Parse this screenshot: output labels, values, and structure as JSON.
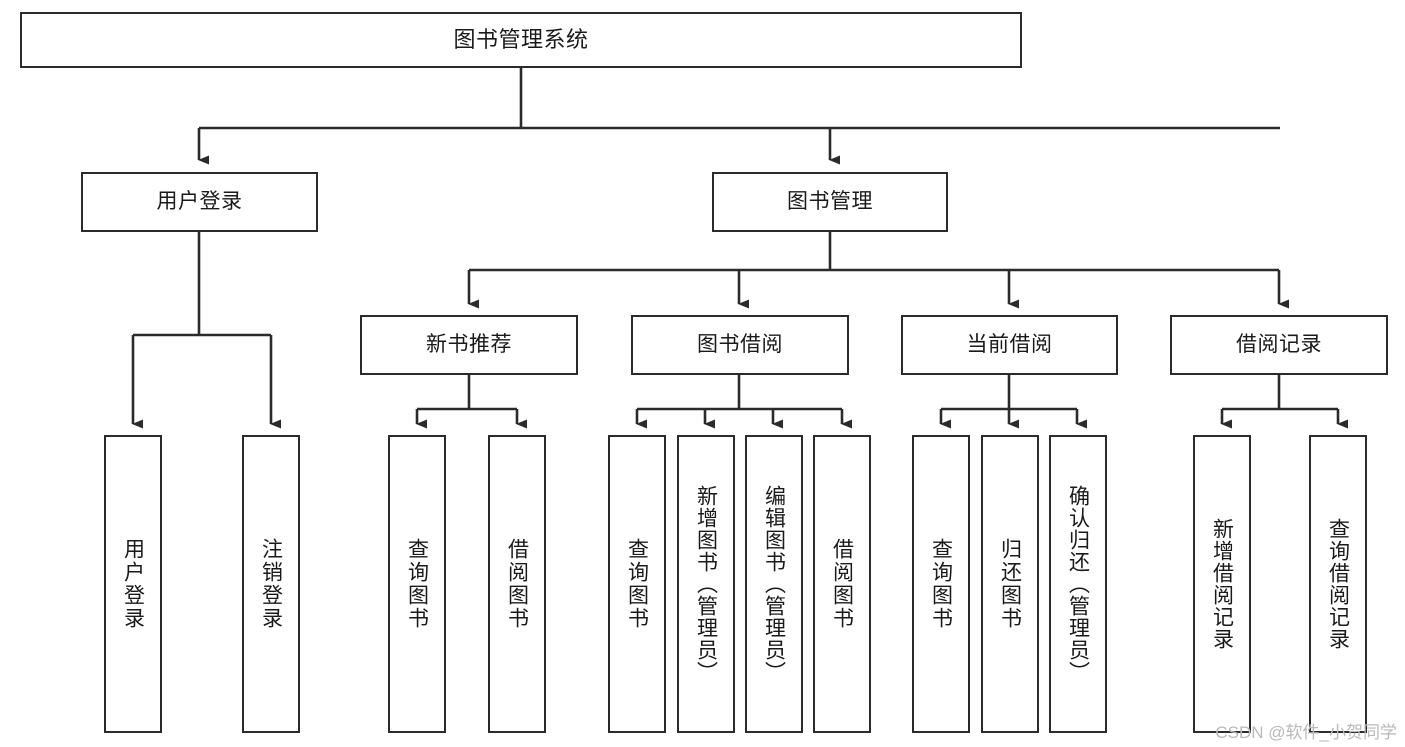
{
  "diagram": {
    "title": "图书管理系统",
    "watermark": "CSDN @软件_小贺同学",
    "colors": {
      "border": "#2b2b2b",
      "background": "#ffffff",
      "text": "#1a1a1a",
      "connector": "#2b2b2b",
      "watermark": "#b9b9b9"
    },
    "root": {
      "label": "图书管理系统"
    },
    "level1": [
      {
        "label": "用户登录"
      },
      {
        "label": "图书管理"
      }
    ],
    "level2": [
      {
        "label": "新书推荐"
      },
      {
        "label": "图书借阅"
      },
      {
        "label": "当前借阅"
      },
      {
        "label": "借阅记录"
      }
    ],
    "leaves": {
      "user_login": [
        {
          "label": "用户登录"
        },
        {
          "label": "注销登录"
        }
      ],
      "new_book_recommend": [
        {
          "label": "查询图书"
        },
        {
          "label": "借阅图书"
        }
      ],
      "book_borrow": [
        {
          "label": "查询图书"
        },
        {
          "label": "新增图书（管理员）"
        },
        {
          "label": "编辑图书（管理员）"
        },
        {
          "label": "借阅图书"
        }
      ],
      "current_borrow": [
        {
          "label": "查询图书"
        },
        {
          "label": "归还图书"
        },
        {
          "label": "确认归还（管理员）"
        }
      ],
      "borrow_record": [
        {
          "label": "新增借阅记录"
        },
        {
          "label": "查询借阅记录"
        }
      ]
    }
  },
  "chart_data": {
    "type": "table",
    "title": "图书管理系统 功能结构图",
    "structure": [
      {
        "level": 0,
        "label": "图书管理系统",
        "children": [
          {
            "level": 1,
            "label": "用户登录",
            "children": [
              {
                "level": 2,
                "label": "用户登录"
              },
              {
                "level": 2,
                "label": "注销登录"
              }
            ]
          },
          {
            "level": 1,
            "label": "图书管理",
            "children": [
              {
                "level": 2,
                "label": "新书推荐",
                "children": [
                  {
                    "level": 3,
                    "label": "查询图书"
                  },
                  {
                    "level": 3,
                    "label": "借阅图书"
                  }
                ]
              },
              {
                "level": 2,
                "label": "图书借阅",
                "children": [
                  {
                    "level": 3,
                    "label": "查询图书"
                  },
                  {
                    "level": 3,
                    "label": "新增图书（管理员）"
                  },
                  {
                    "level": 3,
                    "label": "编辑图书（管理员）"
                  },
                  {
                    "level": 3,
                    "label": "借阅图书"
                  }
                ]
              },
              {
                "level": 2,
                "label": "当前借阅",
                "children": [
                  {
                    "level": 3,
                    "label": "查询图书"
                  },
                  {
                    "level": 3,
                    "label": "归还图书"
                  },
                  {
                    "level": 3,
                    "label": "确认归还（管理员）"
                  }
                ]
              },
              {
                "level": 2,
                "label": "借阅记录",
                "children": [
                  {
                    "level": 3,
                    "label": "新增借阅记录"
                  },
                  {
                    "level": 3,
                    "label": "查询借阅记录"
                  }
                ]
              }
            ]
          }
        ]
      }
    ]
  }
}
